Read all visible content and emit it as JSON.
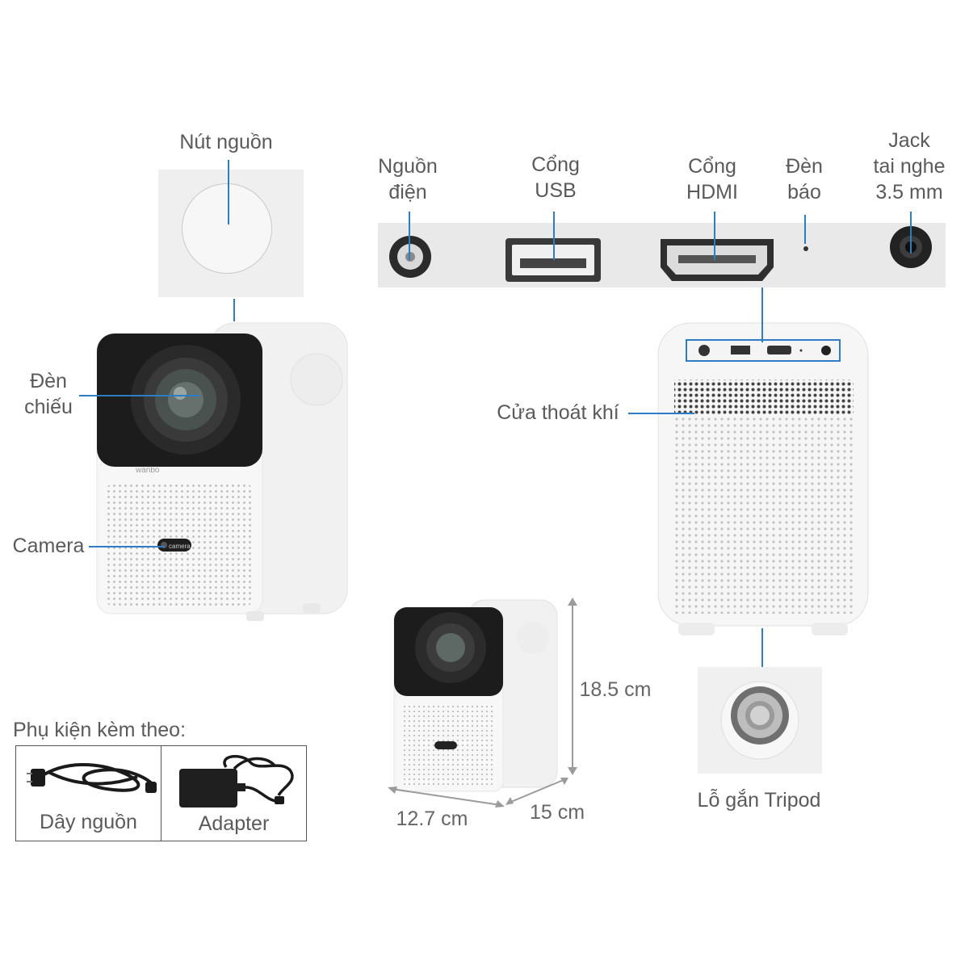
{
  "colors": {
    "accent_line": "#2e7cc4",
    "label_text": "#5a5a5a",
    "device_body": "#f4f4f4",
    "lens_panel": "#1e1e1e"
  },
  "labels": {
    "power_button": "Nút nguồn",
    "power_input": "Nguồn\nđiện",
    "usb_port": "Cổng\nUSB",
    "hdmi_port": "Cổng\nHDMI",
    "indicator_light": "Đèn\nbáo",
    "audio_jack": "Jack\ntai nghe\n3.5 mm",
    "projector_lamp": "Đèn\nchiếu",
    "camera": "Camera",
    "air_vent": "Cửa thoát khí",
    "tripod_mount": "Lỗ gắn Tripod"
  },
  "dimensions": {
    "height": "18.5 cm",
    "width": "12.7 cm",
    "depth": "15 cm"
  },
  "accessories": {
    "title": "Phụ kiện kèm theo:",
    "items": [
      {
        "label": "Dây nguồn",
        "icon": "power-cable-icon"
      },
      {
        "label": "Adapter",
        "icon": "power-adapter-icon"
      }
    ]
  },
  "device": {
    "brand_text": "wanbo",
    "camera_badge": "camera"
  }
}
